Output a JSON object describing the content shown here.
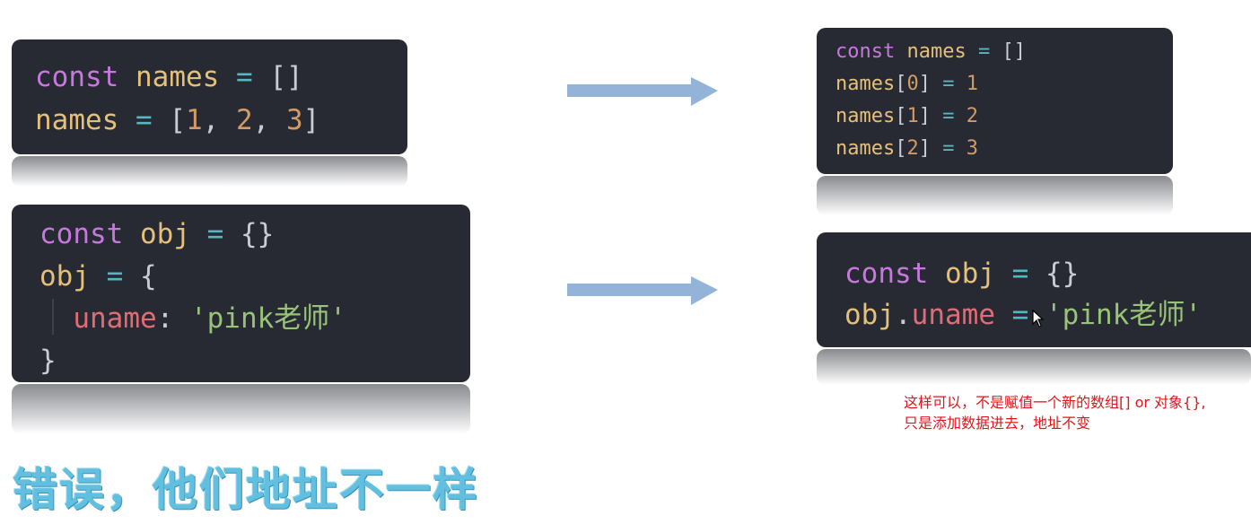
{
  "left_top": {
    "lines": [
      [
        {
          "t": "const",
          "c": "kw"
        },
        {
          "t": " ",
          "c": "punc"
        },
        {
          "t": "names",
          "c": "var"
        },
        {
          "t": " ",
          "c": "punc"
        },
        {
          "t": "=",
          "c": "op"
        },
        {
          "t": " []",
          "c": "punc"
        }
      ],
      [
        {
          "t": "names",
          "c": "var"
        },
        {
          "t": " ",
          "c": "punc"
        },
        {
          "t": "=",
          "c": "op"
        },
        {
          "t": " [",
          "c": "punc"
        },
        {
          "t": "1",
          "c": "num"
        },
        {
          "t": ", ",
          "c": "punc"
        },
        {
          "t": "2",
          "c": "num"
        },
        {
          "t": ", ",
          "c": "punc"
        },
        {
          "t": "3",
          "c": "num"
        },
        {
          "t": "]",
          "c": "punc"
        }
      ]
    ]
  },
  "left_bottom": {
    "lines": [
      [
        {
          "t": "const",
          "c": "kw"
        },
        {
          "t": " ",
          "c": "punc"
        },
        {
          "t": "obj",
          "c": "var"
        },
        {
          "t": " ",
          "c": "punc"
        },
        {
          "t": "=",
          "c": "op"
        },
        {
          "t": " {}",
          "c": "punc"
        }
      ],
      [
        {
          "t": "obj",
          "c": "var"
        },
        {
          "t": " ",
          "c": "punc"
        },
        {
          "t": "=",
          "c": "op"
        },
        {
          "t": " {",
          "c": "punc"
        }
      ],
      [
        {
          "t": "  ",
          "c": "punc"
        },
        {
          "t": "uname",
          "c": "prop"
        },
        {
          "t": ": ",
          "c": "punc"
        },
        {
          "t": "'pink老师'",
          "c": "str"
        }
      ],
      [
        {
          "t": "}",
          "c": "punc"
        }
      ]
    ]
  },
  "right_top": {
    "lines": [
      [
        {
          "t": "const",
          "c": "kw"
        },
        {
          "t": " ",
          "c": "punc"
        },
        {
          "t": "names",
          "c": "var"
        },
        {
          "t": " ",
          "c": "punc"
        },
        {
          "t": "=",
          "c": "op"
        },
        {
          "t": " []",
          "c": "punc"
        }
      ],
      [
        {
          "t": "names",
          "c": "var"
        },
        {
          "t": "[",
          "c": "punc"
        },
        {
          "t": "0",
          "c": "num"
        },
        {
          "t": "] ",
          "c": "punc"
        },
        {
          "t": "=",
          "c": "op"
        },
        {
          "t": " ",
          "c": "punc"
        },
        {
          "t": "1",
          "c": "num"
        }
      ],
      [
        {
          "t": "names",
          "c": "var"
        },
        {
          "t": "[",
          "c": "punc"
        },
        {
          "t": "1",
          "c": "num"
        },
        {
          "t": "] ",
          "c": "punc"
        },
        {
          "t": "=",
          "c": "op"
        },
        {
          "t": " ",
          "c": "punc"
        },
        {
          "t": "2",
          "c": "num"
        }
      ],
      [
        {
          "t": "names",
          "c": "var"
        },
        {
          "t": "[",
          "c": "punc"
        },
        {
          "t": "2",
          "c": "num"
        },
        {
          "t": "] ",
          "c": "punc"
        },
        {
          "t": "=",
          "c": "op"
        },
        {
          "t": " ",
          "c": "punc"
        },
        {
          "t": "3",
          "c": "num"
        }
      ]
    ]
  },
  "right_bottom": {
    "lines": [
      [
        {
          "t": "const",
          "c": "kw"
        },
        {
          "t": " ",
          "c": "punc"
        },
        {
          "t": "obj",
          "c": "var"
        },
        {
          "t": " ",
          "c": "punc"
        },
        {
          "t": "=",
          "c": "op"
        },
        {
          "t": " {}",
          "c": "punc"
        }
      ],
      [
        {
          "t": "obj",
          "c": "var"
        },
        {
          "t": ".",
          "c": "punc"
        },
        {
          "t": "uname",
          "c": "prop"
        },
        {
          "t": " ",
          "c": "punc"
        },
        {
          "t": "=",
          "c": "op"
        },
        {
          "t": " ",
          "c": "punc"
        },
        {
          "t": "'pink老师'",
          "c": "str"
        }
      ]
    ]
  },
  "note": {
    "line1": "这样可以，不是赋值一个新的数组[] or 对象{},",
    "line2": "只是添加数据进去，地址不变"
  },
  "caption": "错误，他们地址不一样",
  "colors": {
    "block_bg": "#272a33",
    "arrow": "#94b3d8",
    "note": "#e0161b",
    "caption": "#62bfe0"
  },
  "icons": [
    "right-arrow-icon",
    "right-arrow-icon",
    "mouse-pointer-icon"
  ]
}
